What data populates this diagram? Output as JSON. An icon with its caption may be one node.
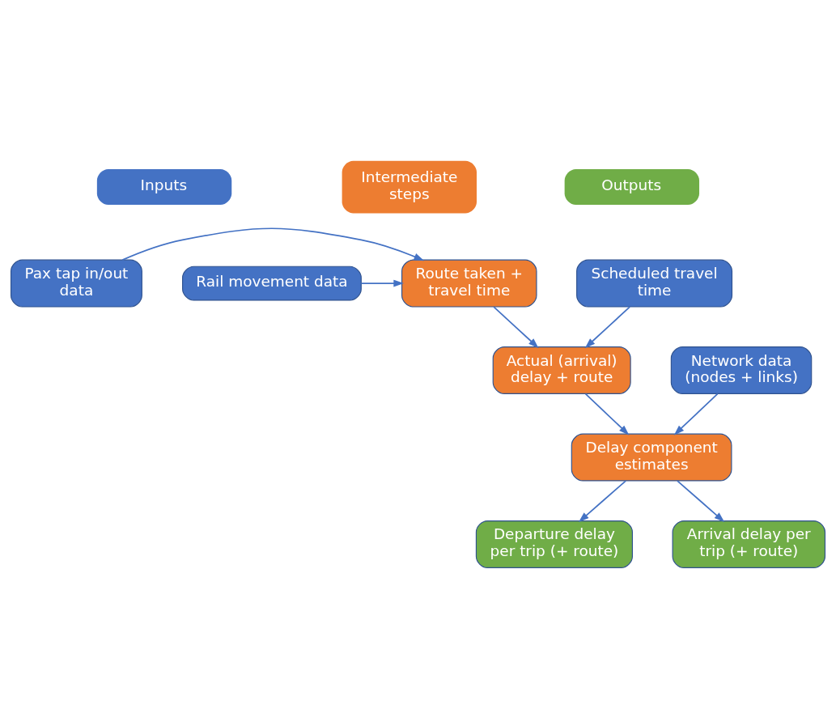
{
  "diagram": {
    "nodes": [
      {
        "text": [
          "Pax tap in/out data"
        ]
      },
      {
        "text": [
          "Rail movement data"
        ]
      },
      {
        "text": [
          "Route taken + travel time"
        ]
      },
      {
        "text": [
          "Scheduled travel time"
        ]
      },
      {
        "text": [
          "Network data (nodes + links)"
        ]
      },
      {
        "text": [
          "Actual (arrival) delay + route"
        ]
      },
      {
        "text": [
          "Delay component estimates"
        ]
      },
      {
        "text": [
          "Departure delay per trip (+ route)"
        ]
      },
      {
        "text": [
          "Arrival delay per trip (+ route)"
        ]
      }
    ],
    "edges": [
      {
        "from": 0,
        "to": 2,
        "arrow": "to"
      },
      {
        "from": 1,
        "to": 2,
        "arrow": "to"
      },
      {
        "from": 2,
        "to": 5,
        "arrow": "to"
      },
      {
        "from": 3,
        "to": 5,
        "arrow": "to"
      },
      {
        "from": 4,
        "to": 6,
        "arrow": "to"
      },
      {
        "from": 5,
        "to": 6,
        "arrow": "to"
      },
      {
        "from": 6,
        "to": 7,
        "arrow": "to"
      },
      {
        "from": 6,
        "to": 8,
        "arrow": "to"
      }
    ],
    "legend": [
      {
        "text": "Inputs",
        "color": "#4472c4"
      },
      {
        "text": "Intermediate steps",
        "color": "#ed7d31"
      },
      {
        "text": "Outputs",
        "color": "#70ad47"
      }
    ]
  }
}
